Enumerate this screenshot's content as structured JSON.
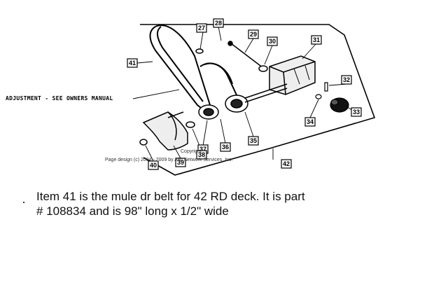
{
  "diagram": {
    "callouts": [
      {
        "id": "c27",
        "label": "27"
      },
      {
        "id": "c28",
        "label": "28"
      },
      {
        "id": "c29",
        "label": "29"
      },
      {
        "id": "c30",
        "label": "30"
      },
      {
        "id": "c31",
        "label": "31"
      },
      {
        "id": "c32",
        "label": "32"
      },
      {
        "id": "c33",
        "label": "33"
      },
      {
        "id": "c34",
        "label": "34"
      },
      {
        "id": "c35",
        "label": "35"
      },
      {
        "id": "c36",
        "label": "36"
      },
      {
        "id": "c37",
        "label": "37"
      },
      {
        "id": "c38",
        "label": "38"
      },
      {
        "id": "c39",
        "label": "39"
      },
      {
        "id": "c40",
        "label": "40"
      },
      {
        "id": "c41",
        "label": "41"
      },
      {
        "id": "c42",
        "label": "42"
      }
    ],
    "adjustment_note": "ADJUSTMENT - SEE OWNERS MANUAL",
    "copyright_line1": "Copyright",
    "copyright_line2": "Page design (c) 2004 - 2009 by ARI Network Services, Inc."
  },
  "note": {
    "line1": "Item 41 is the mule dr belt for 42 RD deck.  It is part",
    "line2": "# 108834 and is 98\" long x 1/2\" wide"
  }
}
